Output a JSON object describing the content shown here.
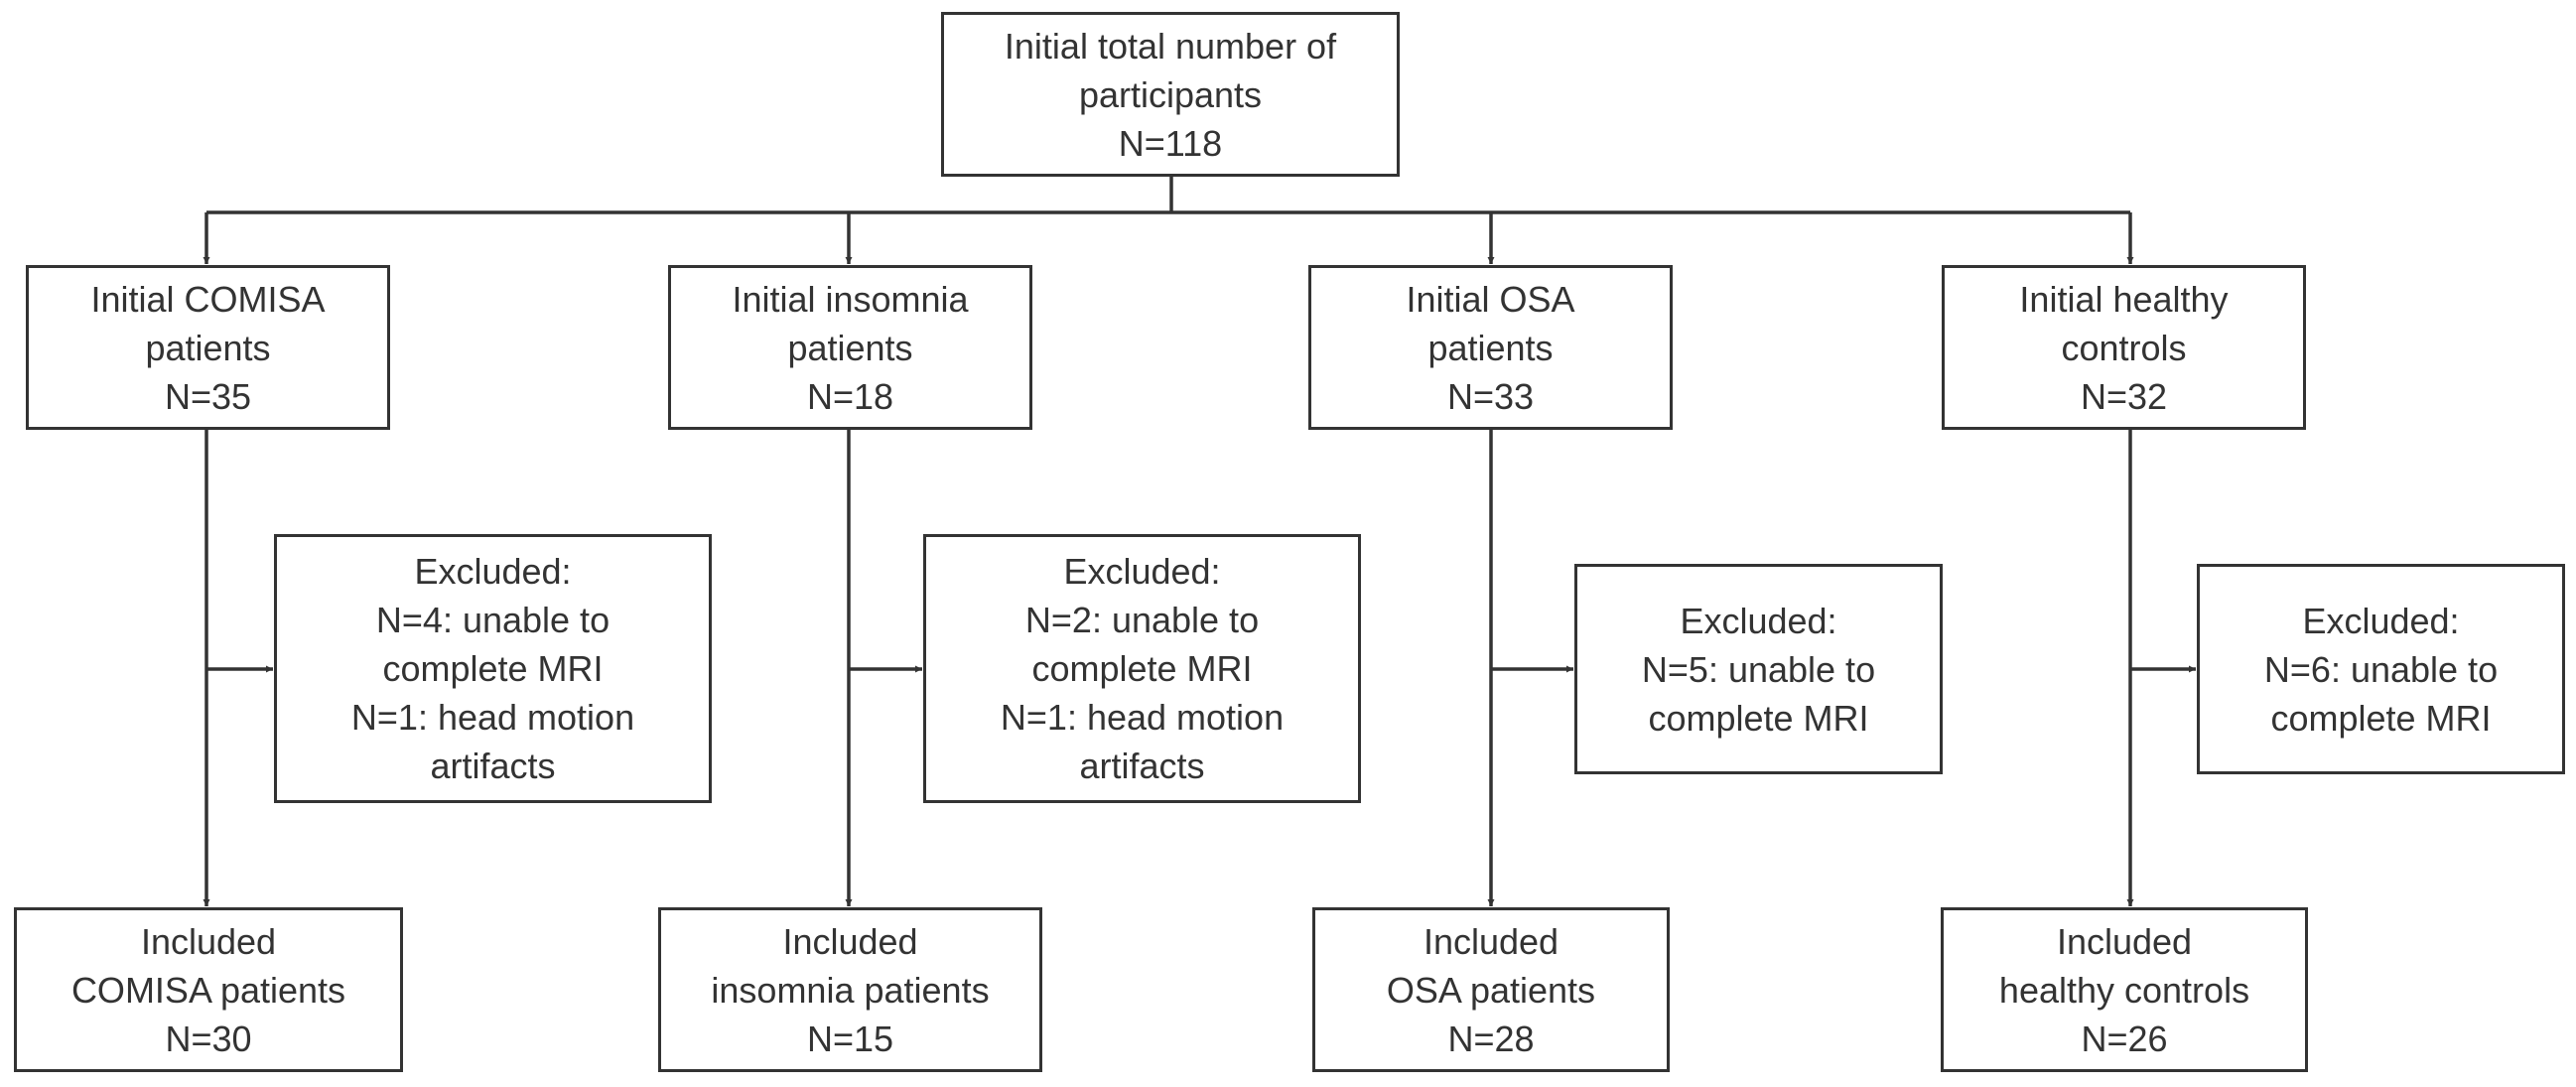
{
  "top": {
    "lines": [
      "Initial total number of",
      "participants",
      "N=118"
    ]
  },
  "groups": [
    {
      "initial": [
        "Initial COMISA",
        "patients",
        "N=35"
      ],
      "excluded": [
        "Excluded:",
        "N=4: unable to",
        "complete MRI",
        "N=1: head motion",
        "artifacts"
      ],
      "included": [
        "Included",
        "COMISA patients",
        "N=30"
      ]
    },
    {
      "initial": [
        "Initial insomnia",
        "patients",
        "N=18"
      ],
      "excluded": [
        "Excluded:",
        "N=2: unable to",
        "complete MRI",
        "N=1: head motion",
        "artifacts"
      ],
      "included": [
        "Included",
        "insomnia patients",
        "N=15"
      ]
    },
    {
      "initial": [
        "Initial OSA",
        "patients",
        "N=33"
      ],
      "excluded": [
        "Excluded:",
        "N=5: unable to",
        "complete MRI"
      ],
      "included": [
        "Included",
        "OSA patients",
        "N=28"
      ]
    },
    {
      "initial": [
        "Initial healthy",
        "controls",
        "N=32"
      ],
      "excluded": [
        "Excluded:",
        "N=6: unable to",
        "complete MRI"
      ],
      "included": [
        "Included",
        "healthy controls",
        "N=26"
      ]
    }
  ],
  "colors": {
    "stroke": "#333333",
    "text": "#333333",
    "background": "#ffffff"
  }
}
